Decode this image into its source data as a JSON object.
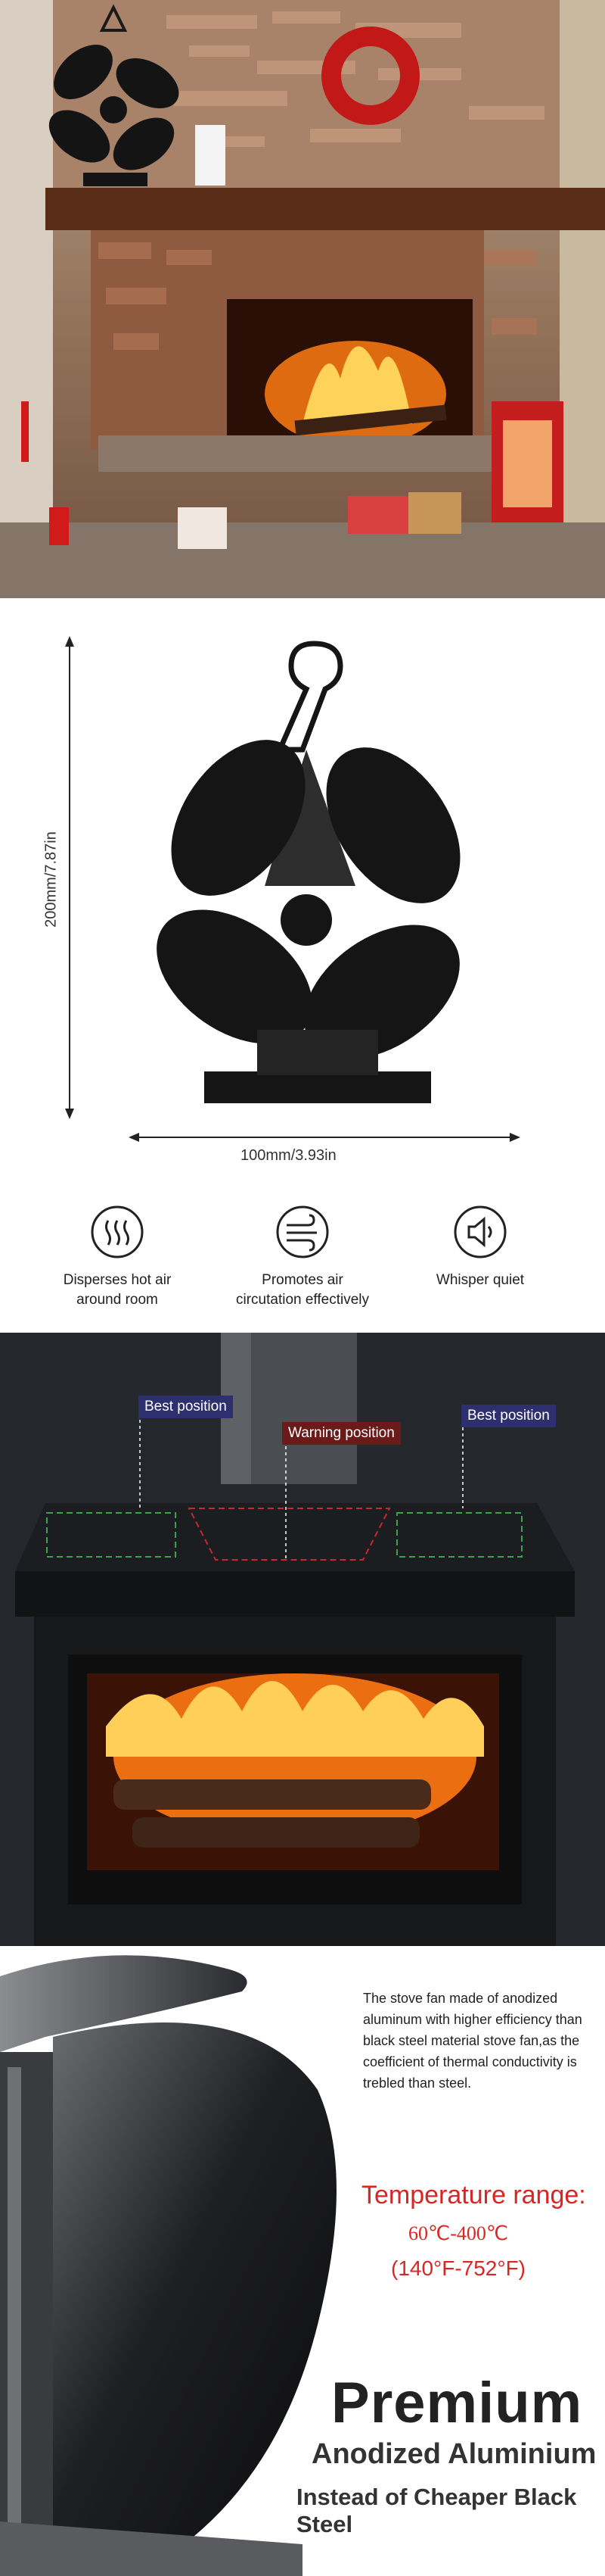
{
  "dimensions": {
    "height_label": "200mm/7.87in",
    "width_label": "100mm/3.93in"
  },
  "features": [
    {
      "icon": "hot-air-icon",
      "label_line1": "Disperses hot air",
      "label_line2": "around room"
    },
    {
      "icon": "air-circulation-icon",
      "label_line1": "Promotes air",
      "label_line2": "circutation effectively"
    },
    {
      "icon": "speaker-mute-icon",
      "label_line1": "Whisper quiet",
      "label_line2": ""
    }
  ],
  "stove_tags": {
    "best_left": "Best position",
    "warning": "Warning position",
    "best_right": "Best position"
  },
  "premium": {
    "description": "The stove fan made of anodized aluminum with higher efficiency than black steel material stove fan,as the coefficient of thermal conductivity is trebled than steel.",
    "temp_title": "Temperature range:",
    "temp_c": "60℃-400℃",
    "temp_f": "(140°F-752°F)",
    "headline": "Premium",
    "subheadline": "Anodized Aluminium",
    "tagline": "Instead of Cheaper Black Steel"
  },
  "colors": {
    "accent_red": "#d92524",
    "best_tag": "#2d2f6e",
    "warning_tag": "#6b1a1a",
    "fan_black": "#151515"
  }
}
